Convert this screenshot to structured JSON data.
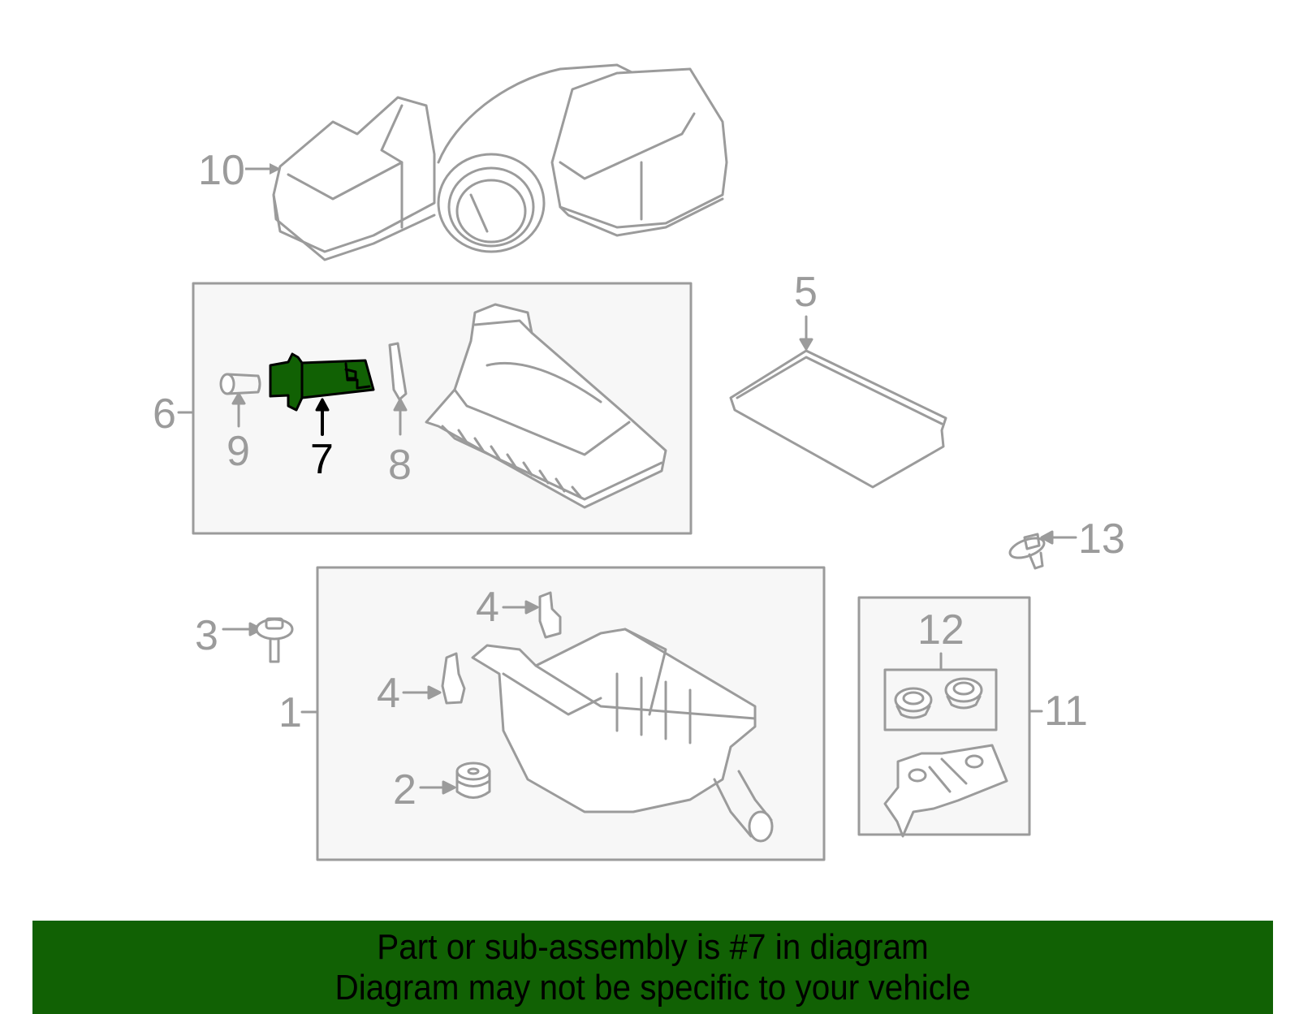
{
  "diagram": {
    "highlight_color": "#116104",
    "line_color": "#9b9b9b",
    "box_fill": "#f7f7f7",
    "highlighted_part": "7",
    "callouts": [
      {
        "id": "1",
        "label": "1"
      },
      {
        "id": "2",
        "label": "2"
      },
      {
        "id": "3",
        "label": "3"
      },
      {
        "id": "4a",
        "label": "4"
      },
      {
        "id": "4b",
        "label": "4"
      },
      {
        "id": "5",
        "label": "5"
      },
      {
        "id": "6",
        "label": "6"
      },
      {
        "id": "7",
        "label": "7"
      },
      {
        "id": "8",
        "label": "8"
      },
      {
        "id": "9",
        "label": "9"
      },
      {
        "id": "10",
        "label": "10"
      },
      {
        "id": "11",
        "label": "11"
      },
      {
        "id": "12",
        "label": "12"
      },
      {
        "id": "13",
        "label": "13"
      }
    ]
  },
  "banner": {
    "background": "#116104",
    "line1": "Part or sub-assembly is #7 in diagram",
    "line2": "Diagram may not be specific to your vehicle"
  }
}
